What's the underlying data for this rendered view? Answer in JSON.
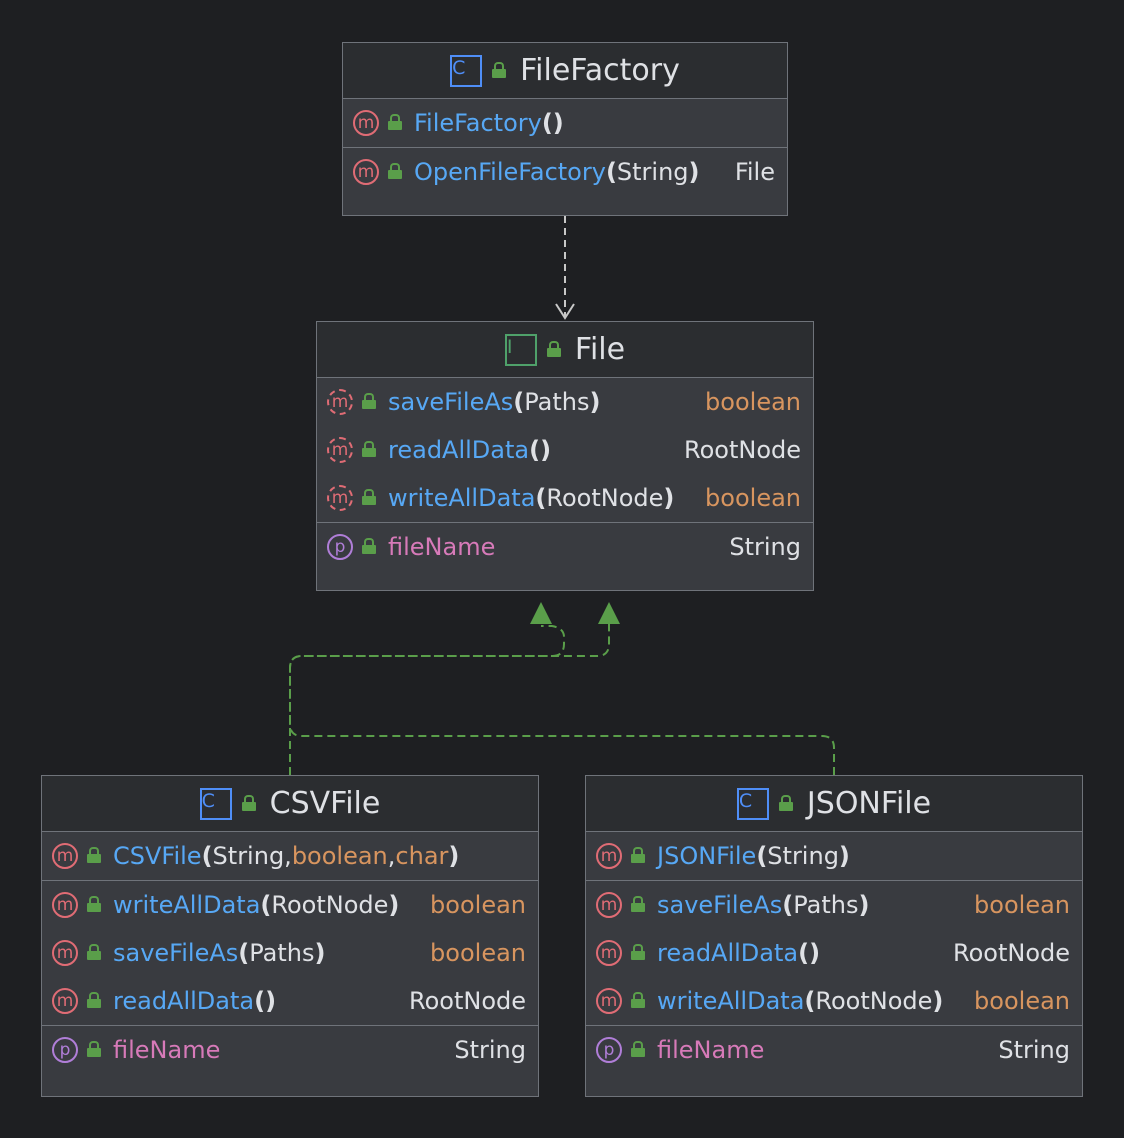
{
  "diagram": {
    "colors": {
      "background": "#1e1f22",
      "node_fill": "#393b40",
      "header_fill": "#2b2d30",
      "border": "#6f737a",
      "method_name": "#57a8f5",
      "property_name": "#d77ab9",
      "keyword_type": "#d8955f",
      "dependency_edge": "#c8c8c8",
      "implements_edge": "#5a9e4a"
    },
    "nodes": {
      "file_factory": {
        "title": "FileFactory",
        "kind_icon": "C",
        "sections": [
          [
            {
              "kind": "m",
              "name": "FileFactory",
              "params": [],
              "ret": ""
            }
          ],
          [
            {
              "kind": "m",
              "name": "OpenFileFactory",
              "params": [
                {
                  "t": "String",
                  "kw": false
                }
              ],
              "ret": "File",
              "ret_kw": false
            }
          ]
        ]
      },
      "file": {
        "title": "File",
        "kind_icon": "I",
        "sections": [
          [
            {
              "kind": "m-abstract",
              "name": "saveFileAs",
              "params": [
                {
                  "t": "Paths",
                  "kw": false
                }
              ],
              "ret": "boolean",
              "ret_kw": true
            },
            {
              "kind": "m-abstract",
              "name": "readAllData",
              "params": [],
              "ret": "RootNode",
              "ret_kw": false
            },
            {
              "kind": "m-abstract",
              "name": "writeAllData",
              "params": [
                {
                  "t": "RootNode",
                  "kw": false
                }
              ],
              "ret": "boolean",
              "ret_kw": true
            }
          ],
          [
            {
              "kind": "p",
              "name": "fileName",
              "ret": "String",
              "ret_kw": false
            }
          ]
        ]
      },
      "csv_file": {
        "title": "CSVFile",
        "kind_icon": "C",
        "sections": [
          [
            {
              "kind": "m",
              "name": "CSVFile",
              "params": [
                {
                  "t": "String",
                  "kw": false
                },
                {
                  "t": "boolean",
                  "kw": true
                },
                {
                  "t": "char",
                  "kw": true
                }
              ],
              "ret": ""
            }
          ],
          [
            {
              "kind": "m",
              "name": "writeAllData",
              "params": [
                {
                  "t": "RootNode",
                  "kw": false
                }
              ],
              "ret": "boolean",
              "ret_kw": true
            },
            {
              "kind": "m",
              "name": "saveFileAs",
              "params": [
                {
                  "t": "Paths",
                  "kw": false
                }
              ],
              "ret": "boolean",
              "ret_kw": true
            },
            {
              "kind": "m",
              "name": "readAllData",
              "params": [],
              "ret": "RootNode",
              "ret_kw": false
            }
          ],
          [
            {
              "kind": "p",
              "name": "fileName",
              "ret": "String",
              "ret_kw": false
            }
          ]
        ]
      },
      "json_file": {
        "title": "JSONFile",
        "kind_icon": "C",
        "sections": [
          [
            {
              "kind": "m",
              "name": "JSONFile",
              "params": [
                {
                  "t": "String",
                  "kw": false
                }
              ],
              "ret": ""
            }
          ],
          [
            {
              "kind": "m",
              "name": "saveFileAs",
              "params": [
                {
                  "t": "Paths",
                  "kw": false
                }
              ],
              "ret": "boolean",
              "ret_kw": true
            },
            {
              "kind": "m",
              "name": "readAllData",
              "params": [],
              "ret": "RootNode",
              "ret_kw": false
            },
            {
              "kind": "m",
              "name": "writeAllData",
              "params": [
                {
                  "t": "RootNode",
                  "kw": false
                }
              ],
              "ret": "boolean",
              "ret_kw": true
            }
          ],
          [
            {
              "kind": "p",
              "name": "fileName",
              "ret": "String",
              "ret_kw": false
            }
          ]
        ]
      }
    },
    "edges": [
      {
        "from": "file_factory",
        "to": "file",
        "style": "dependency"
      },
      {
        "from": "csv_file",
        "to": "file",
        "style": "implements"
      },
      {
        "from": "json_file",
        "to": "file",
        "style": "implements"
      }
    ]
  }
}
